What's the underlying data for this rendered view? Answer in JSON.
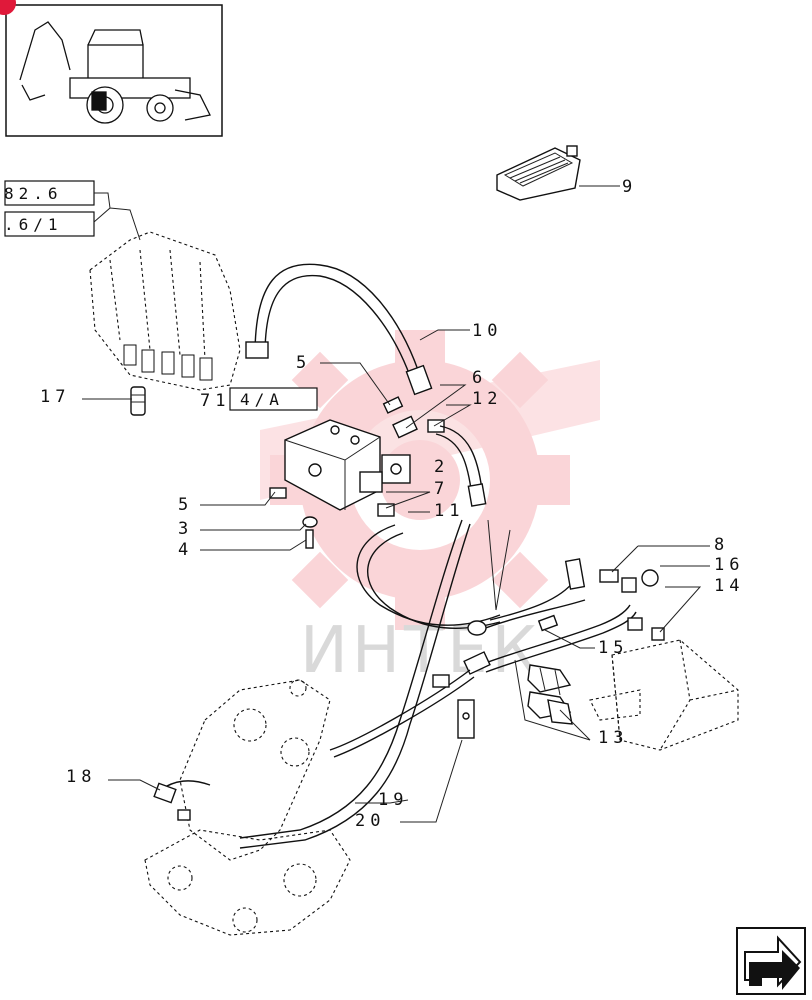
{
  "ref_boxes": [
    {
      "text": "82.6"
    },
    {
      "text": ".6/1"
    },
    {
      "text": "4/A"
    }
  ],
  "callouts": [
    {
      "text": "9"
    },
    {
      "text": "10"
    },
    {
      "text": "5"
    },
    {
      "text": "6"
    },
    {
      "text": "12"
    },
    {
      "text": "17"
    },
    {
      "text": "71"
    },
    {
      "text": "2"
    },
    {
      "text": "5"
    },
    {
      "text": "7"
    },
    {
      "text": "3"
    },
    {
      "text": "11"
    },
    {
      "text": "4"
    },
    {
      "text": "8"
    },
    {
      "text": "16"
    },
    {
      "text": "14"
    },
    {
      "text": "15"
    },
    {
      "text": "13"
    },
    {
      "text": "18"
    },
    {
      "text": "19"
    },
    {
      "text": "20"
    }
  ],
  "watermark": {
    "text": "ИНТЕК",
    "color": "#e8323c"
  },
  "colors": {
    "line": "#111111",
    "watermark_red": "#f2a0a6",
    "badge": "#e0193a"
  },
  "icons": [
    "machine-thumbnail-icon",
    "next-page-arrow-icon"
  ]
}
